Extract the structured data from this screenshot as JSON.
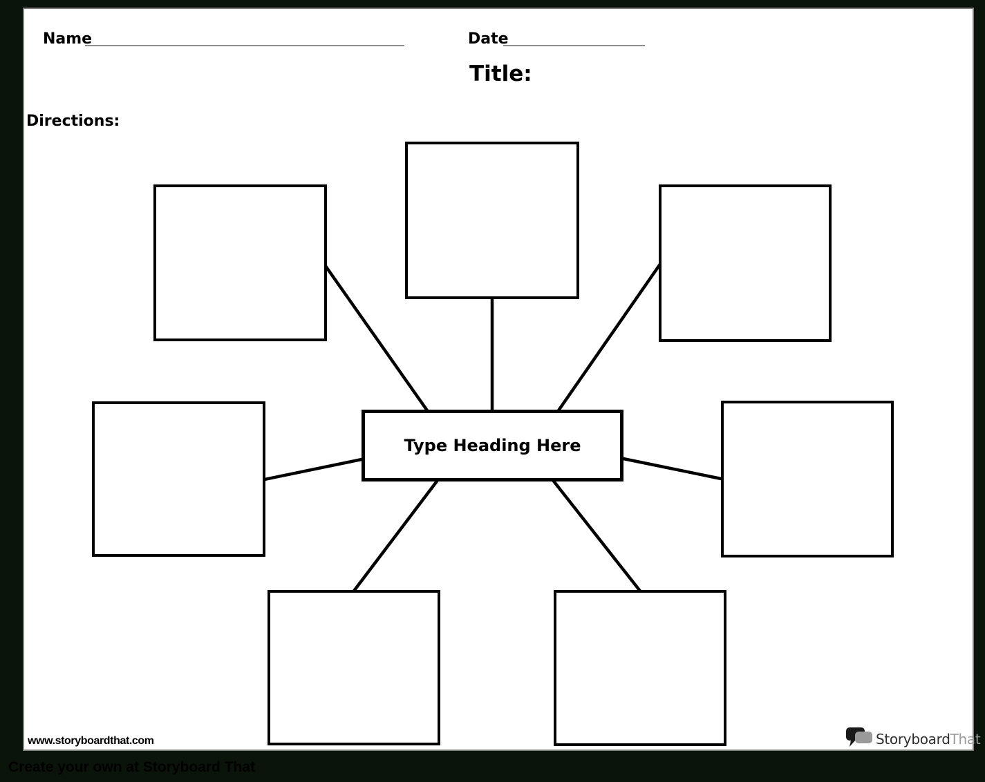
{
  "header": {
    "name_label": "Name",
    "date_label": "Date",
    "title_label": "Title:",
    "directions_label": "Directions:"
  },
  "diagram": {
    "type": "spider-map",
    "center_heading": "Type Heading Here",
    "topic_box_count": 7,
    "topic_box_positions": [
      "top-left",
      "top-center",
      "top-right",
      "middle-left",
      "middle-right",
      "bottom-left",
      "bottom-right"
    ],
    "connector_count": 7
  },
  "footer": {
    "website_url": "www.storyboardthat.com",
    "tagline": "Create your own at Storyboard That",
    "logo": {
      "icon": "speech-bubbles-icon",
      "brand_part1": "Storyboard",
      "brand_part2": "That"
    }
  },
  "colors": {
    "canvas_background": "#0a140a",
    "page_background": "#ffffff",
    "page_border": "#7f7f7f",
    "diagram_stroke": "#000000",
    "blank_underline": "#8c8c8c",
    "logo_dark": "#2e2e2e",
    "logo_gray": "#9a9a9a"
  }
}
